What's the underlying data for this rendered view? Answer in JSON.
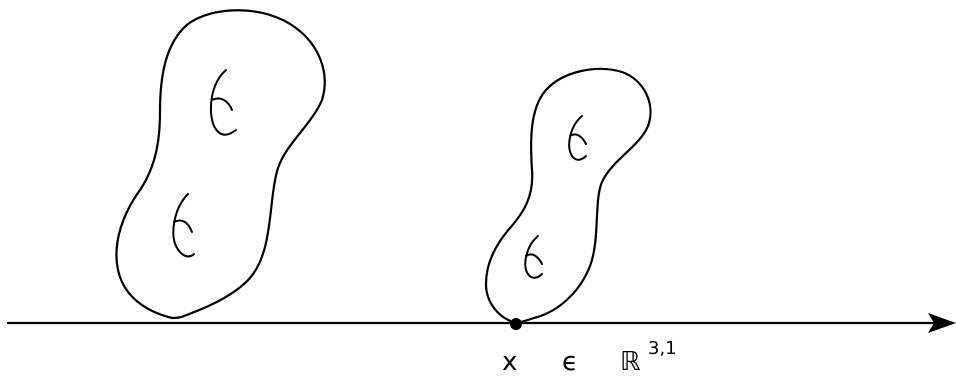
{
  "figure": {
    "labels": {
      "point": "x",
      "element_of": "ϵ",
      "space": "ℝ",
      "space_superscript": "3,1"
    },
    "colors": {
      "ink": "#000000",
      "background": "#ffffff"
    }
  }
}
